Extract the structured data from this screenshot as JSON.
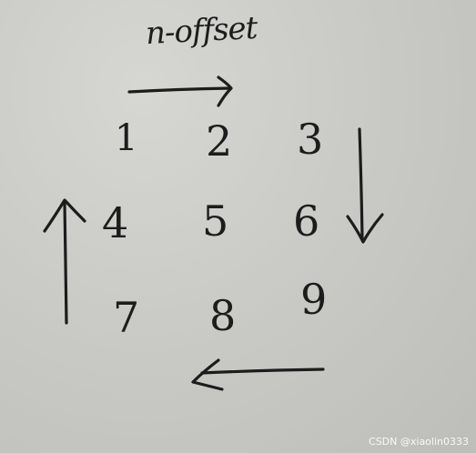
{
  "caption": "n-offset",
  "grid": {
    "row1": [
      "1",
      "2",
      "3"
    ],
    "row2": [
      "4",
      "5",
      "6"
    ],
    "row3": [
      "7",
      "8",
      "9"
    ]
  },
  "arrows": {
    "top": "right",
    "right": "down",
    "bottom": "left",
    "left": "up"
  },
  "watermark": "CSDN @xiaolin0333"
}
